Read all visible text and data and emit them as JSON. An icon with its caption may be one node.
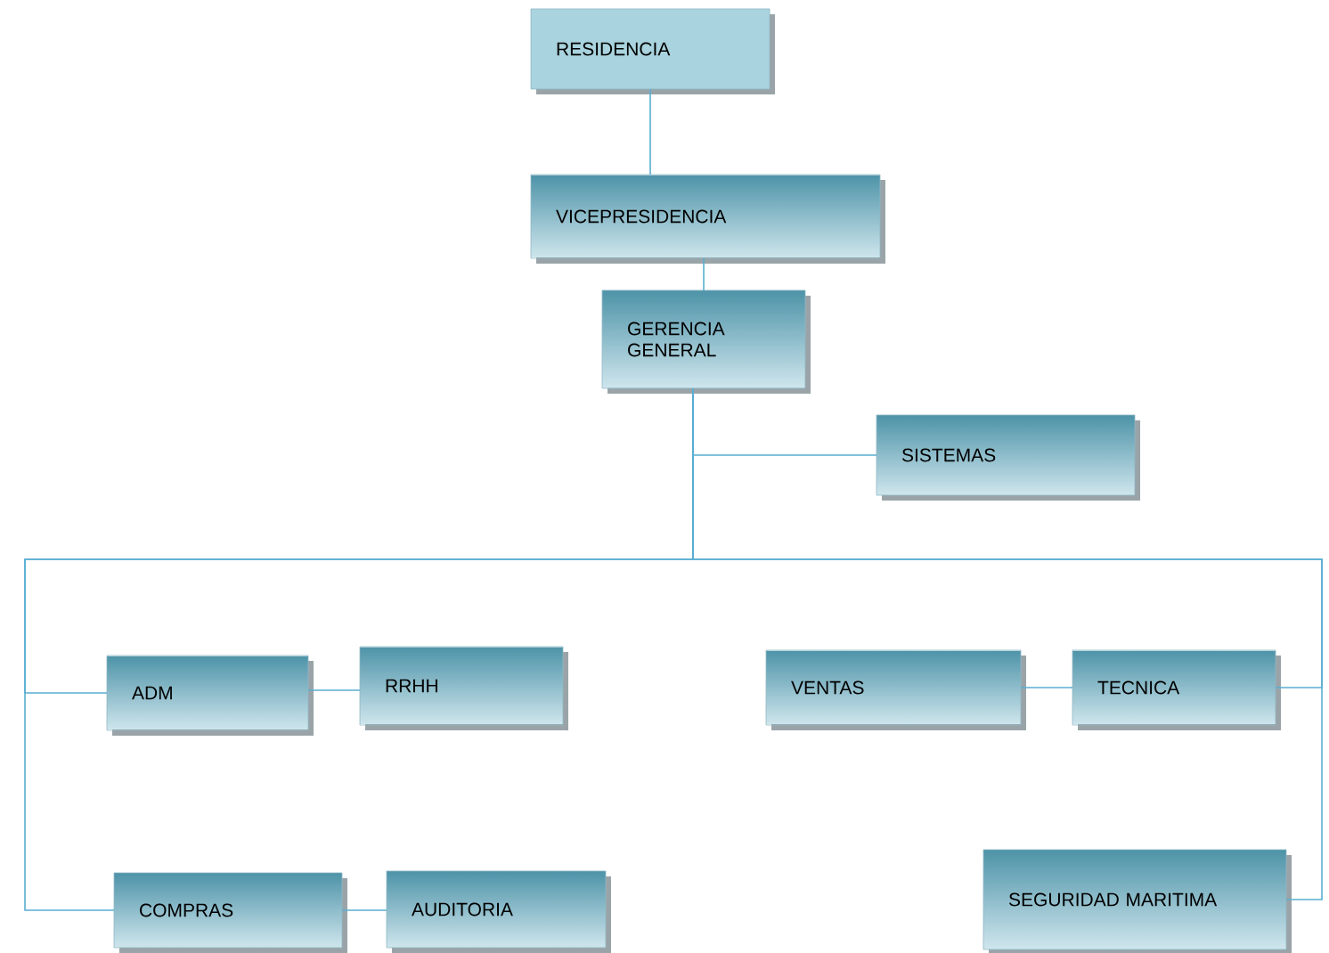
{
  "diagram": {
    "nodes": [
      {
        "text": [
          "RESIDENCIA"
        ]
      },
      {
        "text": [
          "VICEPRESIDENCIA"
        ]
      },
      {
        "text": [
          "GERENCIA GENERAL"
        ]
      },
      {
        "text": [
          "SISTEMAS"
        ]
      },
      {
        "text": [
          "ADM"
        ]
      },
      {
        "text": [
          "RRHH"
        ]
      },
      {
        "text": [
          "VENTAS"
        ]
      },
      {
        "text": [
          "TECNICA"
        ]
      },
      {
        "text": [
          "SEGURIDAD MARITIMA"
        ]
      },
      {
        "text": [
          "COMPRAS"
        ]
      },
      {
        "text": [
          "AUDITORIA"
        ]
      }
    ],
    "edges": [
      {
        "from": 0,
        "to": 1,
        "arrow": "none"
      },
      {
        "from": 1,
        "to": 2,
        "arrow": "none"
      },
      {
        "from": 2,
        "to": 3,
        "arrow": "none"
      },
      {
        "from": 2,
        "to": 4,
        "arrow": "none"
      },
      {
        "from": 2,
        "to": 9,
        "arrow": "none"
      },
      {
        "from": 2,
        "to": 7,
        "arrow": "none"
      },
      {
        "from": 2,
        "to": 8,
        "arrow": "none"
      },
      {
        "from": 4,
        "to": 5,
        "arrow": "none"
      },
      {
        "from": 9,
        "to": 10,
        "arrow": "none"
      },
      {
        "from": 6,
        "to": 7,
        "arrow": "none"
      }
    ]
  }
}
